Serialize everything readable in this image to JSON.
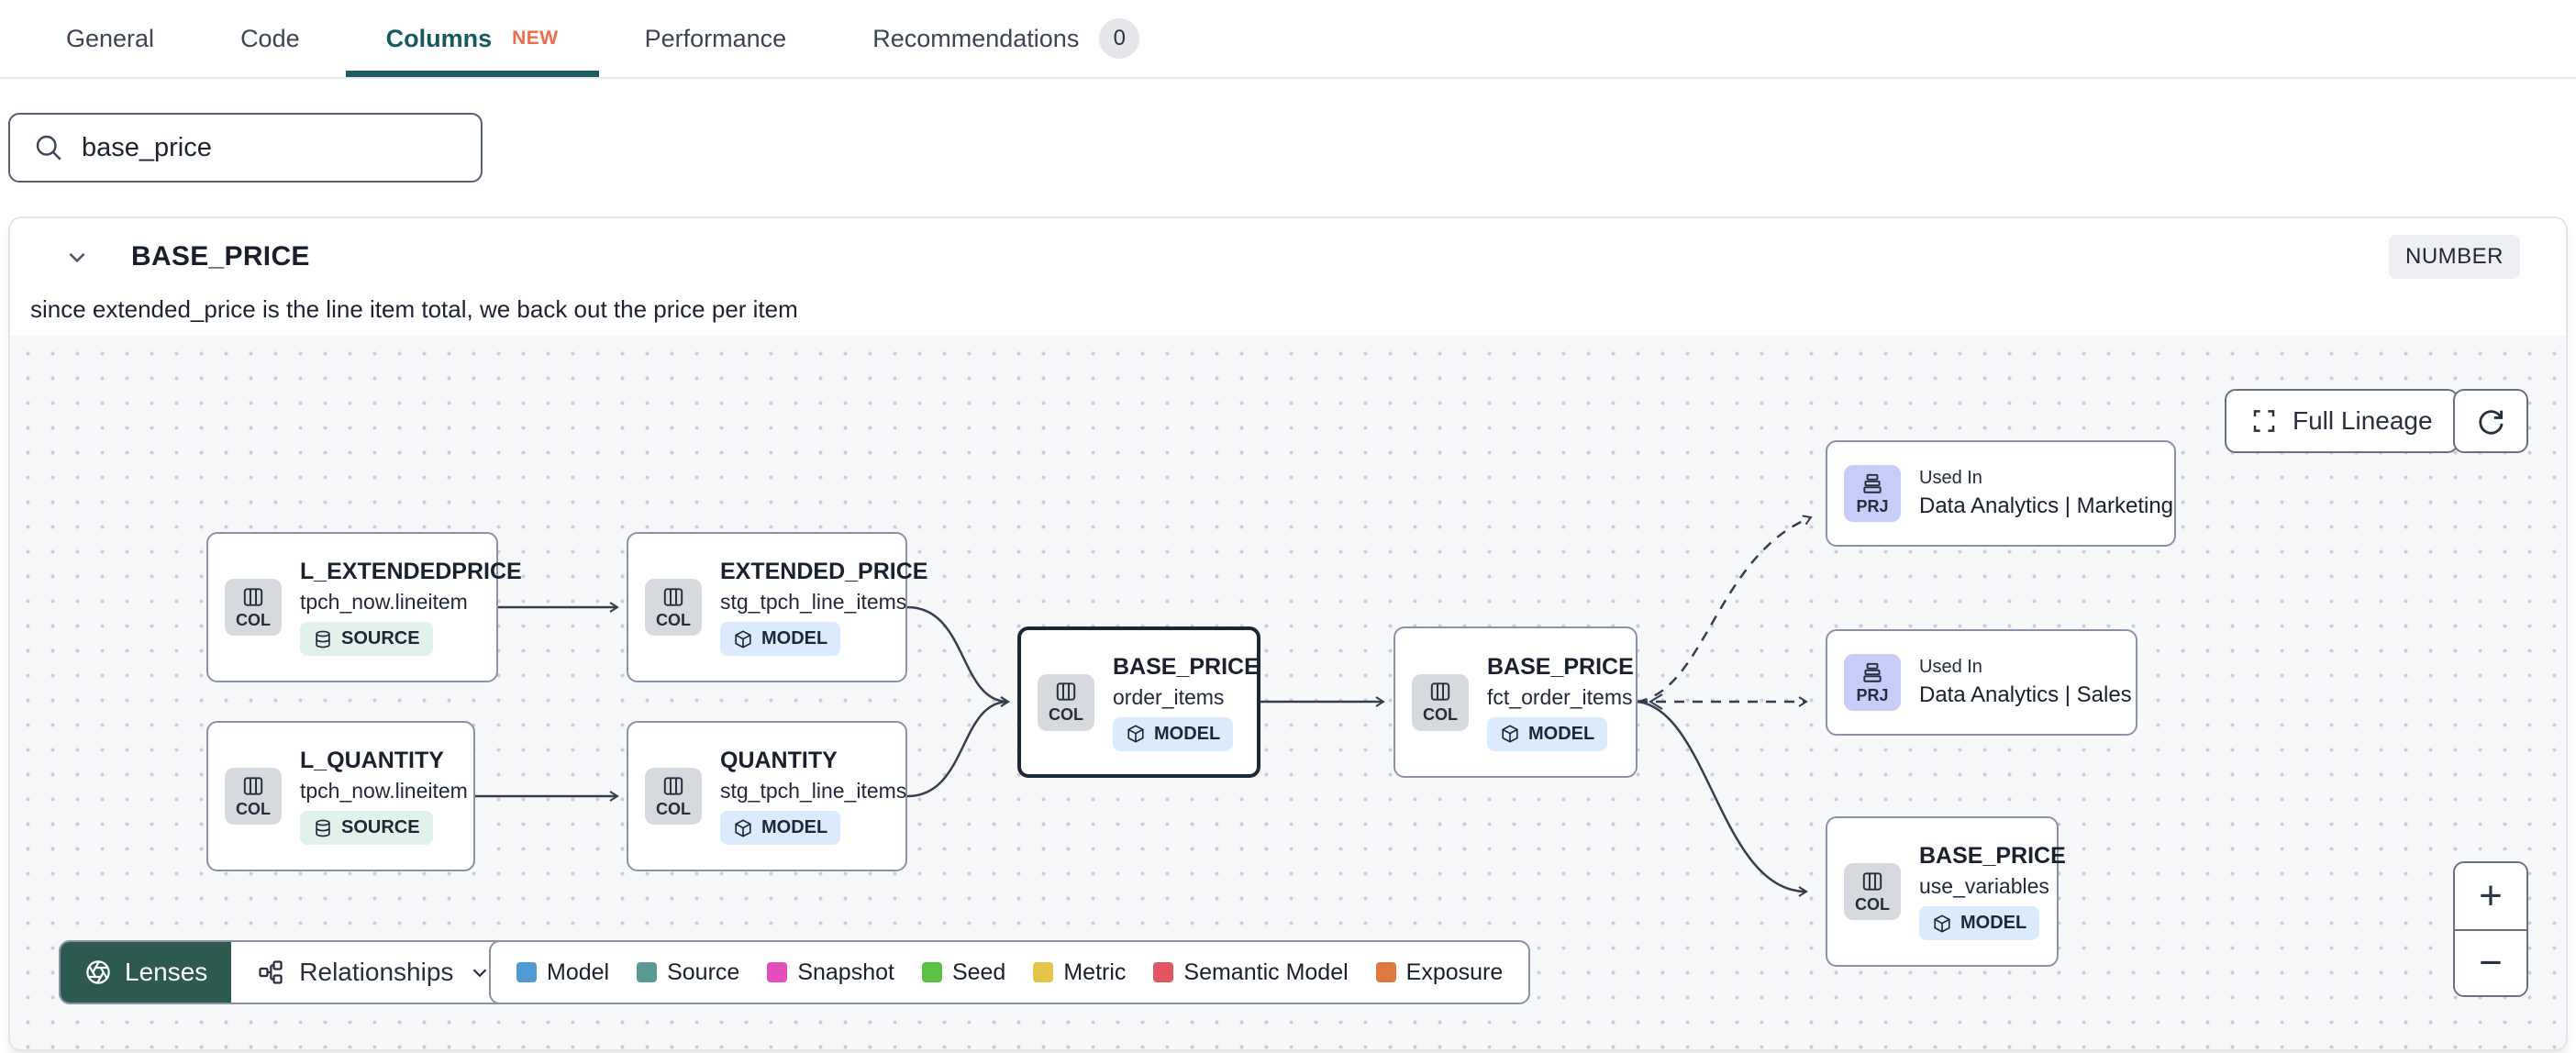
{
  "tabs": {
    "items": [
      {
        "label": "General"
      },
      {
        "label": "Code"
      },
      {
        "label": "Columns",
        "badge": "NEW"
      },
      {
        "label": "Performance"
      },
      {
        "label": "Recommendations",
        "count": "0"
      }
    ]
  },
  "search": {
    "value": "base_price"
  },
  "panel": {
    "column_name": "BASE_PRICE",
    "type_badge": "NUMBER",
    "description": "since extended_price is the line item total, we back out the price per item"
  },
  "lineage": {
    "full_lineage_label": "Full Lineage",
    "zoom_in_label": "+",
    "zoom_out_label": "−",
    "lenses_label": "Lenses",
    "relationships_label": "Relationships",
    "nodes": [
      {
        "kind": "COL",
        "title": "L_EXTENDEDPRICE",
        "subtitle": "tpch_now.lineitem",
        "resource": "SOURCE"
      },
      {
        "kind": "COL",
        "title": "EXTENDED_PRICE",
        "subtitle": "stg_tpch_line_items",
        "resource": "MODEL"
      },
      {
        "kind": "COL",
        "title": "L_QUANTITY",
        "subtitle": "tpch_now.lineitem",
        "resource": "SOURCE"
      },
      {
        "kind": "COL",
        "title": "QUANTITY",
        "subtitle": "stg_tpch_line_items",
        "resource": "MODEL"
      },
      {
        "kind": "COL",
        "title": "BASE_PRICE",
        "subtitle": "order_items",
        "resource": "MODEL"
      },
      {
        "kind": "COL",
        "title": "BASE_PRICE",
        "subtitle": "fct_order_items",
        "resource": "MODEL"
      },
      {
        "kind": "PRJ",
        "title": "Used In",
        "subtitle": "Data Analytics | Marketing"
      },
      {
        "kind": "PRJ",
        "title": "Used In",
        "subtitle": "Data Analytics | Sales"
      },
      {
        "kind": "COL",
        "title": "BASE_PRICE",
        "subtitle": "use_variables",
        "resource": "MODEL"
      }
    ],
    "legend": [
      {
        "label": "Model",
        "color": "#4e9bd4"
      },
      {
        "label": "Source",
        "color": "#5b9a94"
      },
      {
        "label": "Snapshot",
        "color": "#e24ebc"
      },
      {
        "label": "Seed",
        "color": "#5bc244"
      },
      {
        "label": "Metric",
        "color": "#e3c549"
      },
      {
        "label": "Semantic Model",
        "color": "#e25563"
      },
      {
        "label": "Exposure",
        "color": "#e0793f"
      }
    ]
  },
  "accents": {
    "active_tab_teal": "#14595e",
    "new_badge_orange": "#ed6c4d",
    "lenses_green": "#2d5a50",
    "edge_color": "#333f4e"
  }
}
